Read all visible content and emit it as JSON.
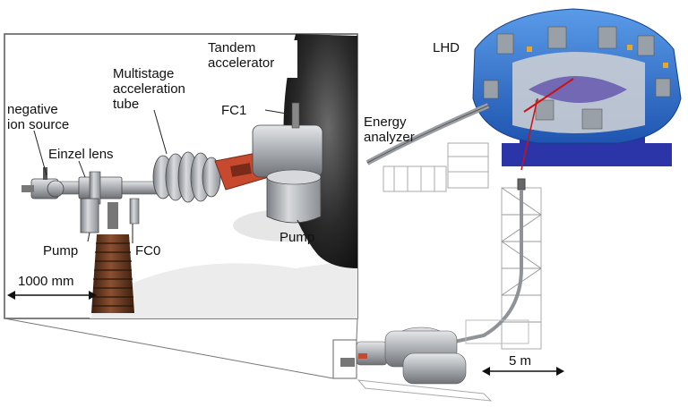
{
  "labels": {
    "tandem_accelerator": [
      "Tandem",
      "accelerator"
    ],
    "multistage_tube": [
      "Multistage",
      "acceleration",
      "tube"
    ],
    "fc1": "FC1",
    "negative_ion_source": [
      "negative",
      "ion source"
    ],
    "einzel_lens": "Einzel lens",
    "pump_left": "Pump",
    "fc0": "FC0",
    "pump_right": "Pump",
    "scale_inset": "1000 mm",
    "lhd": "LHD",
    "energy_analyzer": [
      "Energy",
      "analyzer"
    ],
    "scale_main": "5 m"
  },
  "colors": {
    "lhd_blue": "#2f6fd0",
    "lhd_base": "#2c35a8",
    "copper": "#c84a2e",
    "insulator": "#6b3a20",
    "metal": "#b9bcc0",
    "dark_metal": "#2b2b2b",
    "beam_red": "#d01010"
  }
}
